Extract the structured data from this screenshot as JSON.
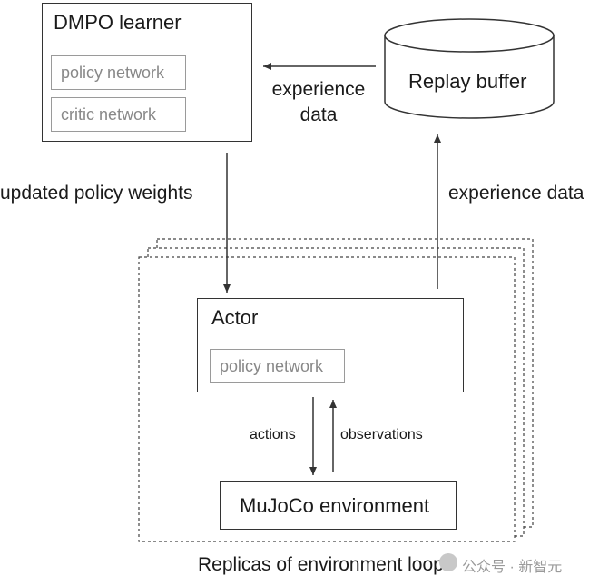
{
  "learner": {
    "title": "DMPO learner",
    "policy_network": "policy network",
    "critic_network": "critic network"
  },
  "replay_buffer": {
    "label": "Replay buffer"
  },
  "edges": {
    "buffer_to_learner": "experience\ndata",
    "learner_to_actor": "updated policy weights",
    "actor_to_buffer": "experience data",
    "actions": "actions",
    "observations": "observations"
  },
  "actor": {
    "title": "Actor",
    "policy_network": "policy network"
  },
  "environment": {
    "label": "MuJoCo environment"
  },
  "replicas_caption": "Replicas of environment loops",
  "watermark": "公众号 · 新智元"
}
